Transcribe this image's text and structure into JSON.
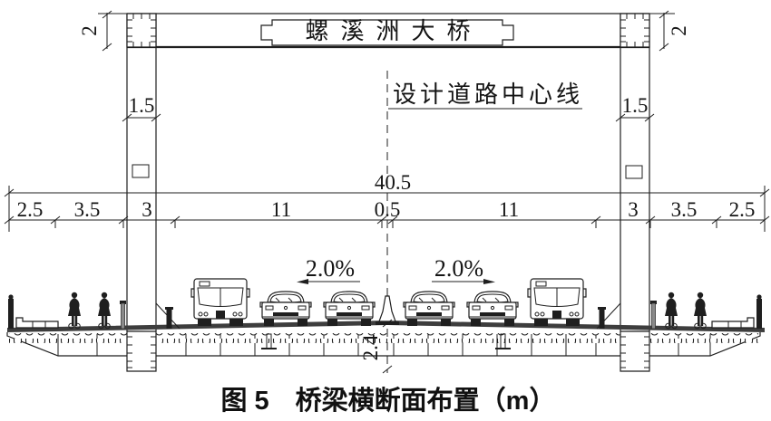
{
  "plaque": {
    "name": "螺溪洲大桥"
  },
  "labels": {
    "centerline": "设计道路中心线",
    "slope_left": "2.0%",
    "slope_right": "2.0%"
  },
  "dimensions": {
    "unit": "m",
    "total": "40.5",
    "tower_cap_height": "2",
    "tower_width": "1.5",
    "girder_depth": "2.4",
    "segments": [
      "2.5",
      "3.5",
      "3",
      "11",
      "0.5",
      "11",
      "3",
      "3.5",
      "2.5"
    ]
  },
  "caption": {
    "text": "图 5　桥梁横断面布置（m）"
  },
  "colors": {
    "line": "#1f1f1f",
    "deck_surface": "#3d3d3d",
    "background": "#ffffff"
  }
}
